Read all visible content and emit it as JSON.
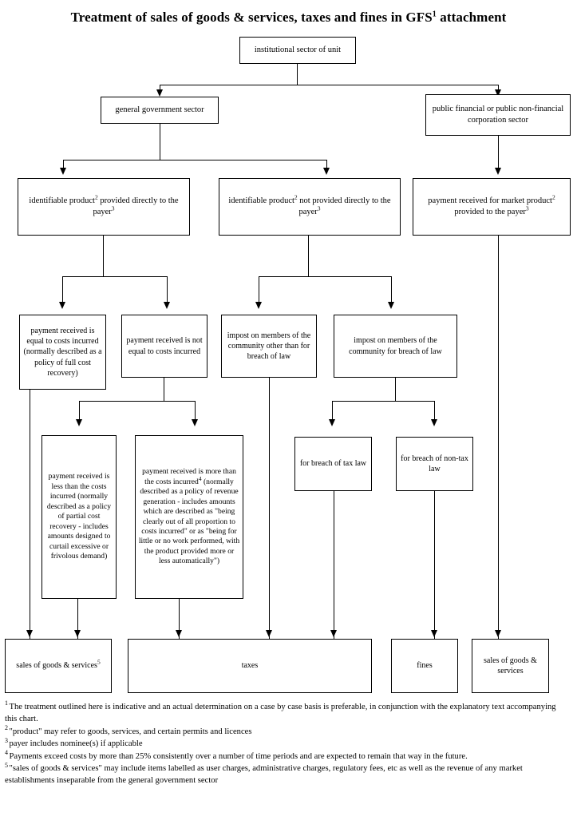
{
  "title": {
    "text_before": "Treatment of sales of goods & services, taxes and fines in GFS",
    "sup": "1",
    "text_after": " attachment"
  },
  "nodes": {
    "institutional_sector": "institutional sector of unit",
    "general_government": "general government sector",
    "public_corporation": "public financial or public non-financial corporation sector",
    "identifiable_direct": "identifiable product² provided directly to the payer³",
    "identifiable_not_direct": "identifiable product² not provided directly to the payer³",
    "market_product": "payment received for market product² provided to the payer³",
    "equal_costs": "payment received is equal to costs incurred (normally described as a policy of full cost recovery)",
    "not_equal_costs": "payment received is not equal to costs incurred",
    "impost_other": "impost on members of the community other than for breach of law",
    "impost_breach": "impost on members of the community for breach of law",
    "less_than_costs": "payment received is less than the costs incurred (normally described as a policy of partial cost recovery - includes amounts designed to curtail excessive or frivolous demand)",
    "more_than_costs": "payment received is more than the costs incurred⁴ (normally described as a policy of revenue generation - includes amounts which are described as \"being clearly out of all proportion to costs incurred\" or as \"being for little or no work performed, with the product provided more or less automatically\")",
    "breach_tax_law": "for breach of tax law",
    "breach_nontax_law": "for breach of non-tax law",
    "outcome_sales_1": "sales of goods & services⁵",
    "outcome_taxes": "taxes",
    "outcome_fines": "fines",
    "outcome_sales_2": "sales of goods & services"
  },
  "footnotes": [
    {
      "marker": "1",
      "text": "The treatment outlined here is indicative and an actual determination on a case by case basis is preferable, in conjunction with the explanatory text accompanying this chart."
    },
    {
      "marker": "2",
      "text": "\"product\" may refer to goods, services, and certain permits and licences"
    },
    {
      "marker": "3",
      "text": "payer includes nominee(s) if applicable"
    },
    {
      "marker": "4",
      "text": "Payments exceed costs by more than 25% consistently over a number of time periods and are expected to remain that way in the future."
    },
    {
      "marker": "5",
      "text": "\"sales of goods & services\" may include items labelled as user charges, administrative charges, regulatory fees, etc as well as the revenue of any market establishments inseparable from the general government sector"
    }
  ],
  "colors": {
    "line": "#000000",
    "background": "#ffffff"
  }
}
